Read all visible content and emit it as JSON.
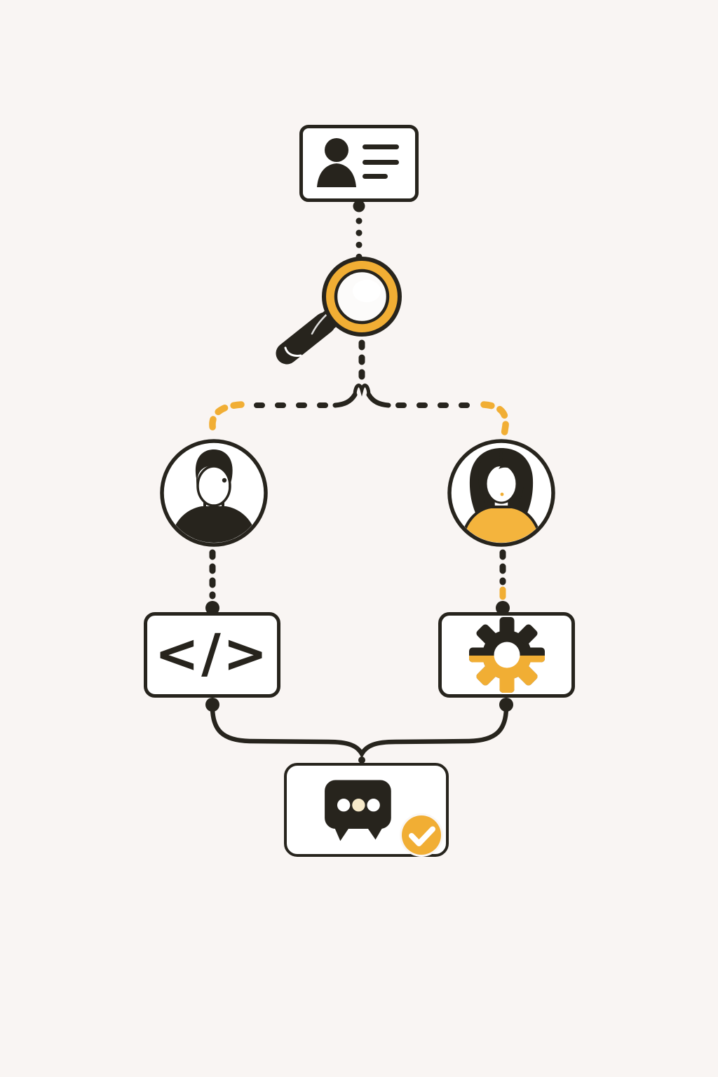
{
  "meta": {
    "title": "User support workflow illustration",
    "background": "#f9f5f3",
    "style": "flat line-art flowchart, no visible words"
  },
  "colors": {
    "ink": "#27241d",
    "accent_yellow": "#f1ae34",
    "shirt_yellow": "#f4b43d",
    "surface_white": "#ffffff",
    "lens_white": "#fcfbfa",
    "bubble_dot_cream": "#f6e9c9",
    "badge_ring_white": "#faf7f5"
  },
  "nodes": {
    "profile_card": {
      "icon": "id-card-user-icon",
      "description": "white card with person silhouette and three text lines",
      "text_lines_count": 3
    },
    "search": {
      "icon": "magnifier-icon",
      "description": "magnifying glass with yellow rim and dark handle"
    },
    "avatar_male": {
      "icon": "male-avatar-icon",
      "description": "circled male avatar, dark shirt"
    },
    "avatar_female": {
      "icon": "female-avatar-icon",
      "description": "circled female avatar, yellow shirt"
    },
    "code": {
      "icon": "code-icon",
      "glyph": "</>"
    },
    "settings": {
      "icon": "gear-icon",
      "description": "gear, dark top half and yellow bottom half"
    },
    "chat": {
      "icon": "chat-bubble-icon",
      "description": "dark speech bubble with three dots",
      "badge_icon": "check-icon",
      "badge_color": "#f1ae34"
    }
  },
  "connectors": [
    {
      "name": "card-to-magnifier",
      "style": "dotted",
      "color": "#27241d"
    },
    {
      "name": "magnifier-to-branch",
      "style": "dotted",
      "color": "#27241d"
    },
    {
      "name": "branch-left-horizontal",
      "style": "dashed",
      "color": "#27241d"
    },
    {
      "name": "branch-right-horizontal",
      "style": "dashed",
      "color": "#27241d"
    },
    {
      "name": "corner-left-to-male-avatar",
      "style": "dashed",
      "color": "#f1ae34"
    },
    {
      "name": "corner-right-to-female-avatar",
      "style": "dashed",
      "color": "#f1ae34"
    },
    {
      "name": "male-avatar-to-code-box",
      "style": "dotted",
      "color": "#27241d"
    },
    {
      "name": "female-avatar-to-gear-box",
      "style": "dotted",
      "color": "#27241d",
      "accent_dash": "#f1ae34"
    },
    {
      "name": "boxes-merge-to-chat",
      "style": "solid-brace",
      "color": "#27241d"
    }
  ]
}
